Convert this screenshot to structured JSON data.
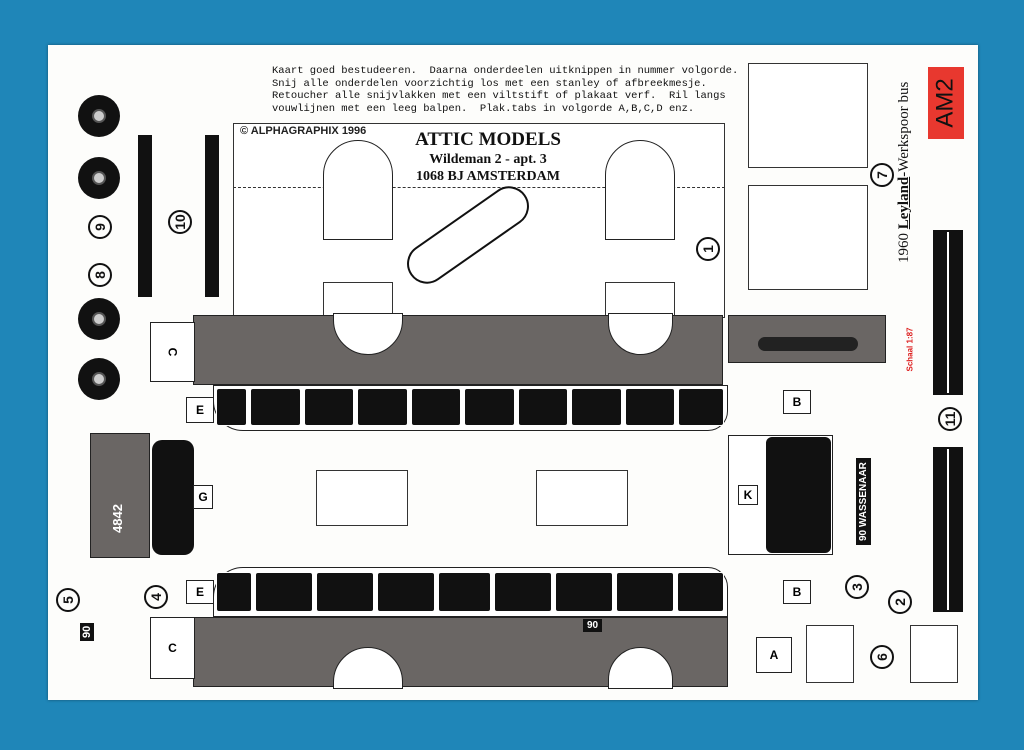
{
  "instructions": [
    "Kaart goed bestudeeren.  Daarna onderdeelen uitknippen in nummer volgorde.",
    "Snij alle onderdelen voorzichtig los met een stanley of afbreekmesje.",
    "Retoucher alle snijvlakken met een viltstift of plakaat verf.  Ril langs",
    "vouwlijnen met een leeg balpen.  Plak.tabs in volgorde A,B,C,D enz."
  ],
  "copyright": "© ALPHAGRAPHIX 1996",
  "publisher": {
    "name": "ATTIC MODELS",
    "address1": "Wildeman 2 - apt. 3",
    "address2": "1068 BJ  AMSTERDAM"
  },
  "title": {
    "year": "1960",
    "brand": "Leyland",
    "model": "-Werkspoor bus",
    "code": "AM2",
    "scale": "Schaal 1:87"
  },
  "part_numbers": [
    "1",
    "2",
    "3",
    "4",
    "5",
    "6",
    "7",
    "8",
    "9",
    "10",
    "11"
  ],
  "tabs": [
    "A",
    "B",
    "B",
    "C",
    "C",
    "E",
    "E",
    "G",
    "K"
  ],
  "bus": {
    "route": "90",
    "destination_sign": "90 WASSENAAR",
    "fleet_number": "4842"
  },
  "colors": {
    "background": "#1f86b8",
    "body_grey": "#6a6664",
    "accent_red": "#e8382f"
  }
}
